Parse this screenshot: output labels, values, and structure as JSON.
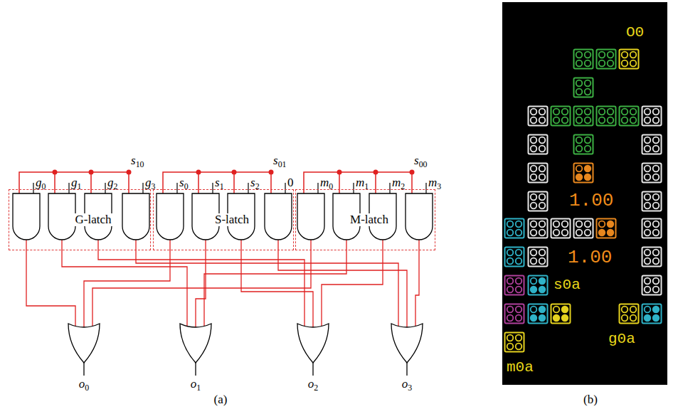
{
  "diagram": {
    "nodes": [
      {
        "text": [
          "G-latch"
        ]
      },
      {
        "text": [
          "S-latch"
        ]
      },
      {
        "text": [
          "M-latch"
        ]
      }
    ],
    "labels": [
      "s10",
      "g0",
      "g1",
      "g2",
      "g3",
      "s01",
      "s0",
      "s1",
      "s2",
      "0",
      "s00",
      "m0",
      "m1",
      "m2",
      "m3",
      "o0",
      "o1",
      "o2",
      "o3",
      "(a)",
      "O0",
      "1.00",
      "1.00",
      "s0a",
      "g0a",
      "m0a",
      "(b)"
    ]
  }
}
